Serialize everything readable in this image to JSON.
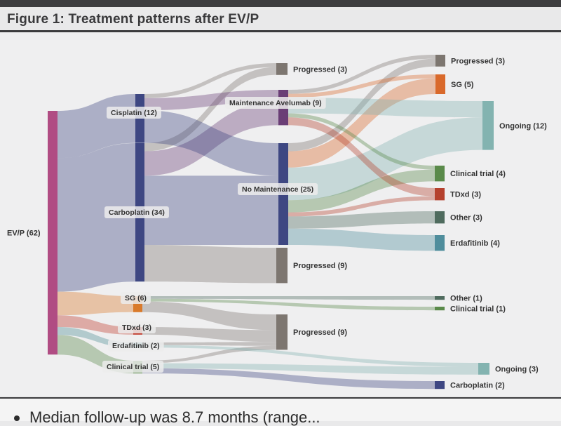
{
  "title": "Figure 1: Treatment patterns after EV/P",
  "footer_text": "Median follow-up was 8.7 months (range...",
  "diagram": {
    "nodes": [
      {
        "id": "evp",
        "label": "EV/P (62)",
        "color": "#b04c83"
      },
      {
        "id": "cis",
        "label": "Cisplatin (12)",
        "color": "#3e4782"
      },
      {
        "id": "carbo",
        "label": "Carboplatin (34)",
        "color": "#3e4782"
      },
      {
        "id": "sg1",
        "label": "SG (6)",
        "color": "#d97a2b"
      },
      {
        "id": "tdxd1",
        "label": "TDxd (3)",
        "color": "#c0392b"
      },
      {
        "id": "erda1",
        "label": "Erdafitinib (2)",
        "color": "#4f8d92"
      },
      {
        "id": "ct1",
        "label": "Clinical trial (5)",
        "color": "#5a8a4a"
      },
      {
        "id": "prog_a",
        "label": "Progressed (3)",
        "color": "#7d7670"
      },
      {
        "id": "maint",
        "label": "Maintenance Avelumab (9)",
        "color": "#6a3e76"
      },
      {
        "id": "nomaint",
        "label": "No Maintenance (25)",
        "color": "#3e4782"
      },
      {
        "id": "prog_b",
        "label": "Progressed (9)",
        "color": "#7d7670"
      },
      {
        "id": "prog_c",
        "label": "Progressed (9)",
        "color": "#7d7670"
      },
      {
        "id": "prog_d",
        "label": "Progressed (3)",
        "color": "#7d7670"
      },
      {
        "id": "sg2",
        "label": "SG (5)",
        "color": "#d9692b"
      },
      {
        "id": "ongoing1",
        "label": "Ongoing (12)",
        "color": "#83b3b0"
      },
      {
        "id": "ct2",
        "label": "Clinical trial (4)",
        "color": "#5a8a4a"
      },
      {
        "id": "tdxd2",
        "label": "TDxd (3)",
        "color": "#b5412e"
      },
      {
        "id": "other1",
        "label": "Other (3)",
        "color": "#4f6b5e"
      },
      {
        "id": "erda2",
        "label": "Erdafitinib (4)",
        "color": "#4f8d9c"
      },
      {
        "id": "other2",
        "label": "Other (1)",
        "color": "#4f6b5e"
      },
      {
        "id": "ct3",
        "label": "Clinical trial (1)",
        "color": "#5a8a4a"
      },
      {
        "id": "ongoing2",
        "label": "Ongoing (3)",
        "color": "#83b3b0"
      },
      {
        "id": "carbo2",
        "label": "Carboplatin (2)",
        "color": "#3e4782"
      }
    ],
    "links": [
      {
        "source": "evp",
        "target": "cis",
        "value": 12
      },
      {
        "source": "evp",
        "target": "carbo",
        "value": 34
      },
      {
        "source": "evp",
        "target": "sg1",
        "value": 6
      },
      {
        "source": "evp",
        "target": "tdxd1",
        "value": 3
      },
      {
        "source": "evp",
        "target": "erda1",
        "value": 2
      },
      {
        "source": "evp",
        "target": "ct1",
        "value": 5
      },
      {
        "source": "cis",
        "target": "prog_a",
        "value": 1
      },
      {
        "source": "cis",
        "target": "maint",
        "value": 3
      },
      {
        "source": "cis",
        "target": "nomaint",
        "value": 8
      },
      {
        "source": "carbo",
        "target": "prog_a",
        "value": 2
      },
      {
        "source": "carbo",
        "target": "maint",
        "value": 6
      },
      {
        "source": "carbo",
        "target": "nomaint",
        "value": 17
      },
      {
        "source": "carbo",
        "target": "prog_b",
        "value": 9
      },
      {
        "source": "maint",
        "target": "prog_d",
        "value": 1
      },
      {
        "source": "maint",
        "target": "sg2",
        "value": 1
      },
      {
        "source": "maint",
        "target": "ongoing1",
        "value": 4
      },
      {
        "source": "maint",
        "target": "ct2",
        "value": 1
      },
      {
        "source": "maint",
        "target": "tdxd2",
        "value": 2
      },
      {
        "source": "nomaint",
        "target": "prog_d",
        "value": 2
      },
      {
        "source": "nomaint",
        "target": "sg2",
        "value": 4
      },
      {
        "source": "nomaint",
        "target": "ongoing1",
        "value": 8
      },
      {
        "source": "nomaint",
        "target": "ct2",
        "value": 3
      },
      {
        "source": "nomaint",
        "target": "tdxd2",
        "value": 1
      },
      {
        "source": "nomaint",
        "target": "other1",
        "value": 3
      },
      {
        "source": "nomaint",
        "target": "erda2",
        "value": 4
      },
      {
        "source": "sg1",
        "target": "other2",
        "value": 1
      },
      {
        "source": "sg1",
        "target": "ct3",
        "value": 1
      },
      {
        "source": "sg1",
        "target": "prog_c",
        "value": 4
      },
      {
        "source": "tdxd1",
        "target": "prog_c",
        "value": 3
      },
      {
        "source": "erda1",
        "target": "prog_c",
        "value": 1
      },
      {
        "source": "erda1",
        "target": "ongoing2",
        "value": 1
      },
      {
        "source": "ct1",
        "target": "prog_c",
        "value": 1
      },
      {
        "source": "ct1",
        "target": "ongoing2",
        "value": 2
      },
      {
        "source": "ct1",
        "target": "carbo2",
        "value": 2
      }
    ]
  }
}
